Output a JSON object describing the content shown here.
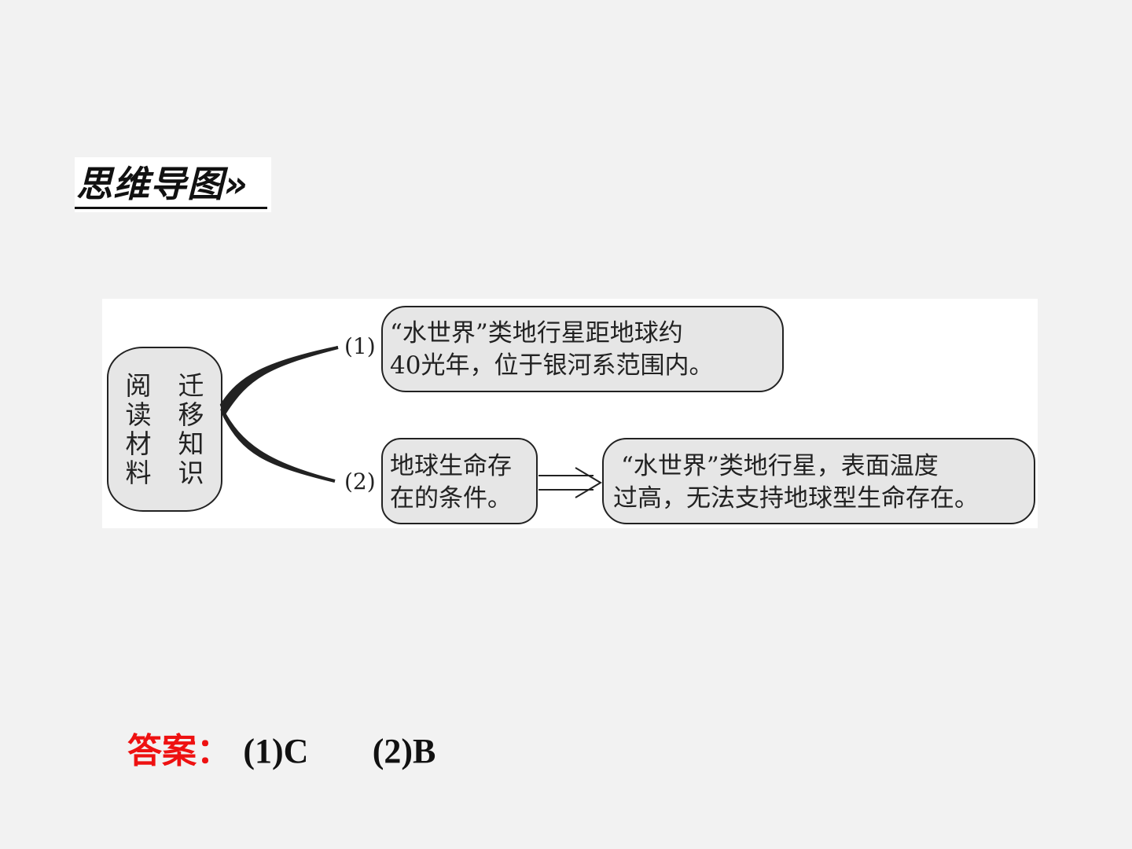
{
  "heading": {
    "title": "思维导图",
    "arrow": "»"
  },
  "mindmap": {
    "center": {
      "left_column": "阅读材料",
      "right_column": "迁移知识"
    },
    "branches": [
      {
        "label": "(1)",
        "line1": "“水世界”类地行星距地球约",
        "line2": "40光年，位于银河系范围内。"
      },
      {
        "label": "(2)",
        "line1": "地球生命存",
        "line2": "在的条件。"
      }
    ],
    "conclusion": {
      "line1": "“水世界”类地行星，表面温度",
      "line2": "过高，无法支持地球型生命存在。"
    }
  },
  "answer": {
    "label": "答案：",
    "value1": "(1)C",
    "value2": "(2)B"
  }
}
